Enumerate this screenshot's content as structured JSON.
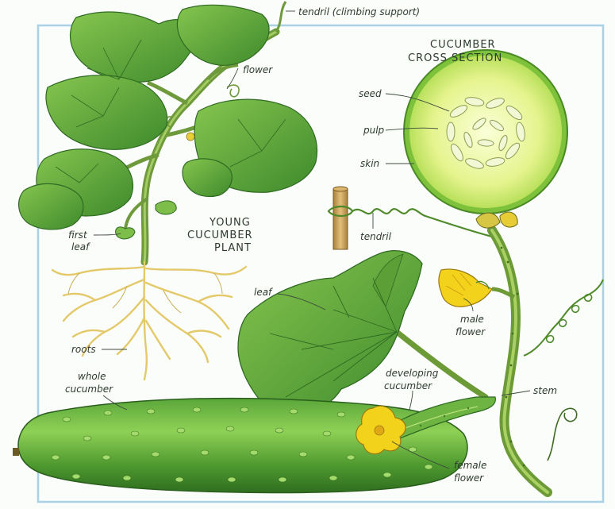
{
  "labels": {
    "tendril_top": "tendril (climbing support)",
    "cross_section_line1": "CUCUMBER",
    "cross_section_line2": "CROSS SECTION",
    "seed": "seed",
    "pulp": "pulp",
    "skin": "skin",
    "flower": "flower",
    "young_plant_line1": "YOUNG",
    "young_plant_line2": "CUCUMBER",
    "young_plant_line3": "PLANT",
    "first_leaf_line1": "first",
    "first_leaf_line2": "leaf",
    "tendril_mid": "tendril",
    "leaf": "leaf",
    "male_flower_line1": "male",
    "male_flower_line2": "flower",
    "roots": "roots",
    "whole_cucumber_line1": "whole",
    "whole_cucumber_line2": "cucumber",
    "developing_cucumber_line1": "developing",
    "developing_cucumber_line2": "cucumber",
    "stem": "stem",
    "female_flower_line1": "female",
    "female_flower_line2": "flower"
  },
  "colors": {
    "frame": "#a9d3e4",
    "leaf_dark": "#3f8a2e",
    "leaf_light": "#7dbd4a",
    "stem": "#7ca444",
    "root": "#e8d27a",
    "cucumber_dark": "#3c8a2a",
    "cucumber_light": "#8ccc52",
    "flower": "#f3d21c",
    "slice_skin": "#7ec23c",
    "slice_flesh": "#eef8a2",
    "post": "#c8a25a"
  }
}
